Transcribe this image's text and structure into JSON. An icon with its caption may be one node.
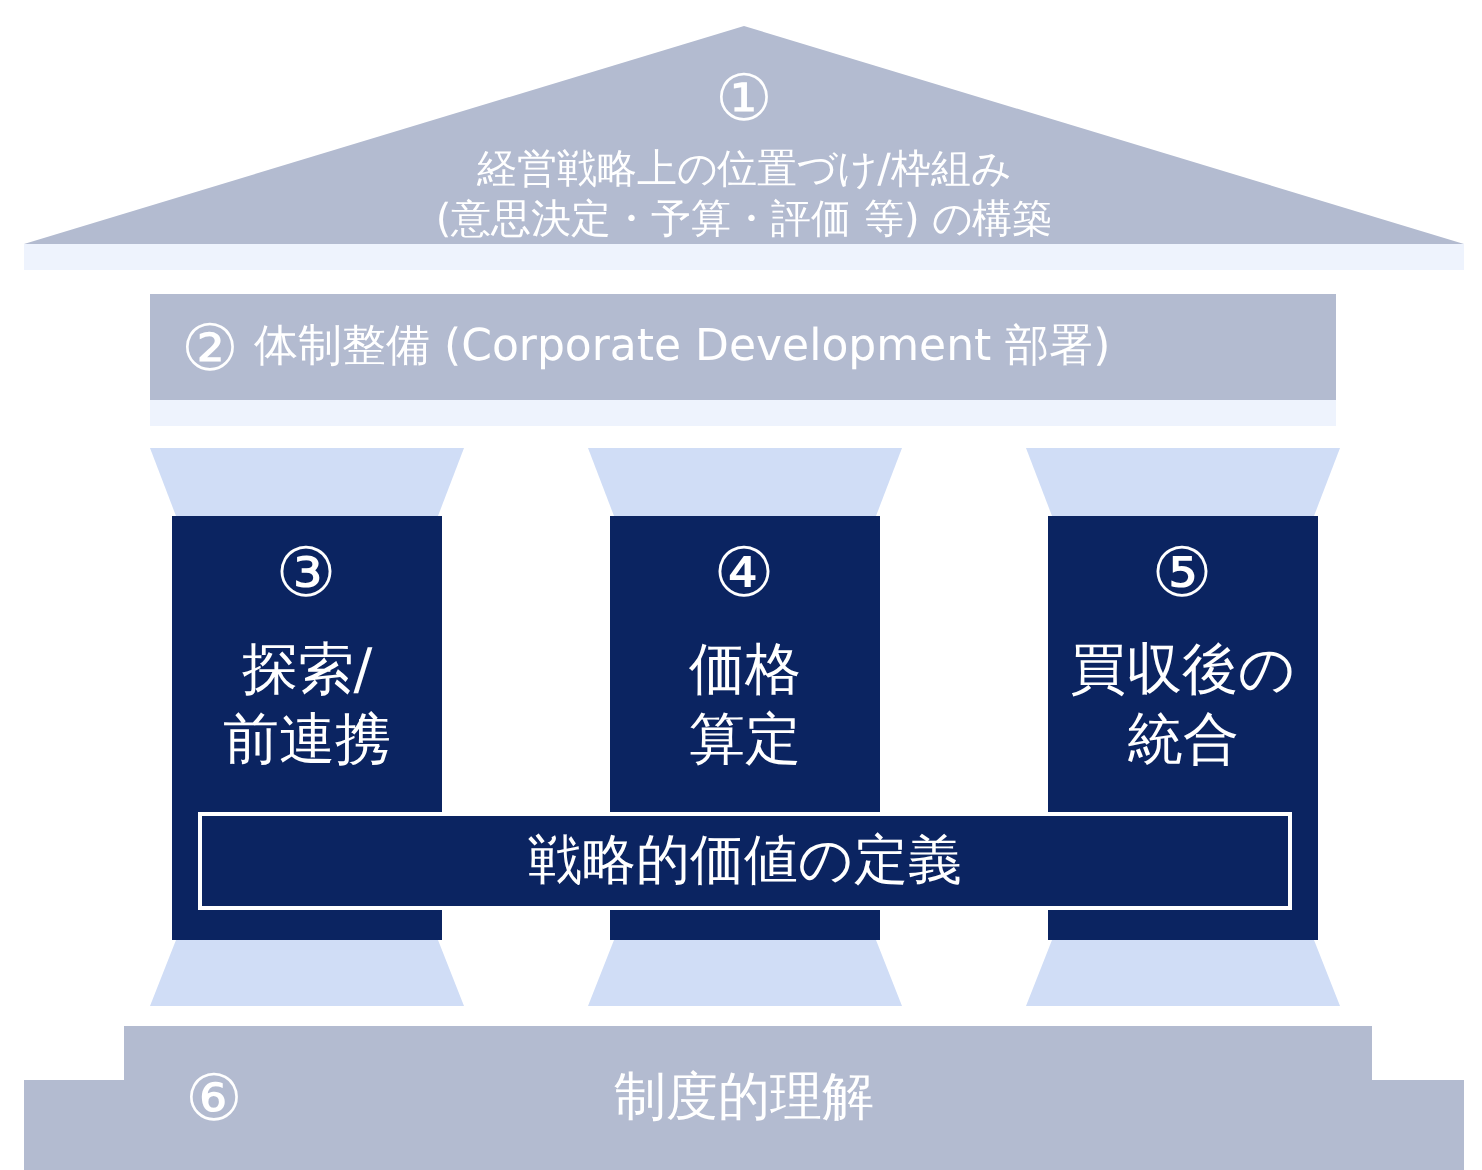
{
  "diagram": {
    "nodes": [
      {
        "text": [
          "①",
          "経営戦略上の位置づけ/枠組み (意思決定・予算・評価 等) の構築"
        ]
      },
      {
        "text": [
          "②",
          "体制整備 (Corporate Development 部署)"
        ]
      },
      {
        "text": [
          "③",
          "探索/前連携"
        ]
      },
      {
        "text": [
          "④",
          "価格算定"
        ]
      },
      {
        "text": [
          "⑤",
          "買収後の統合"
        ]
      },
      {
        "text": [
          "戦略的価値の定義"
        ]
      },
      {
        "text": [
          "⑥",
          "制度的理解"
        ]
      }
    ]
  }
}
